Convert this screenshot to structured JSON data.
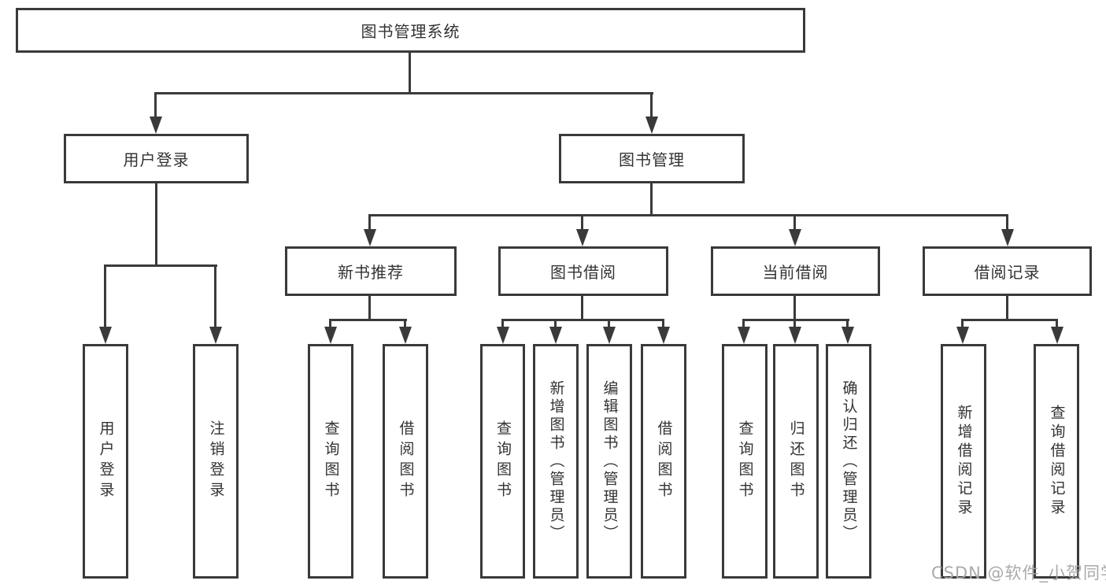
{
  "diagram": {
    "root": {
      "label": "图书管理系统"
    },
    "level2": [
      {
        "label": "用户登录",
        "children": [
          {
            "label": "用户登录"
          },
          {
            "label": "注销登录"
          }
        ]
      },
      {
        "label": "图书管理",
        "children": [
          {
            "label": "新书推荐",
            "children": [
              {
                "label": "查询图书"
              },
              {
                "label": "借阅图书"
              }
            ]
          },
          {
            "label": "图书借阅",
            "children": [
              {
                "label": "查询图书"
              },
              {
                "label": "新增图书（管理员）"
              },
              {
                "label": "编辑图书（管理员）"
              },
              {
                "label": "借阅图书"
              }
            ]
          },
          {
            "label": "当前借阅",
            "children": [
              {
                "label": "查询图书"
              },
              {
                "label": "归还图书"
              },
              {
                "label": "确认归还（管理员）"
              }
            ]
          },
          {
            "label": "借阅记录",
            "children": [
              {
                "label": "新增借阅记录"
              },
              {
                "label": "查询借阅记录"
              }
            ]
          }
        ]
      }
    ]
  },
  "watermark": {
    "text": "CSDN @软件_小贺同学"
  },
  "colors": {
    "line": "#3a3a3a",
    "text": "#333333",
    "watermark": "#a5a5a5",
    "background": "#ffffff"
  }
}
